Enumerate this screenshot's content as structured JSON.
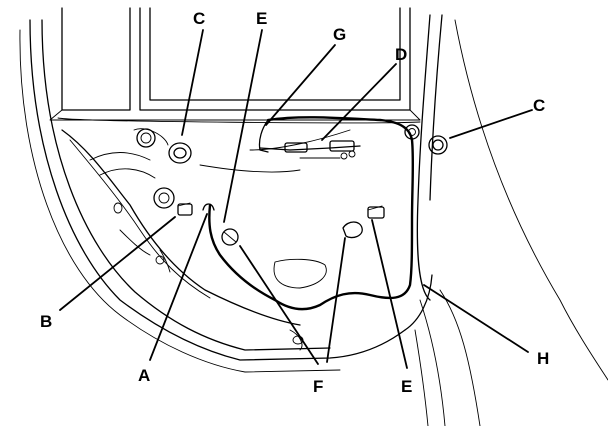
{
  "diagram": {
    "labels": {
      "A": "A",
      "B": "B",
      "C_top": "C",
      "C_right": "C",
      "D": "D",
      "E_top": "E",
      "E_bottom": "E",
      "F": "F",
      "G": "G",
      "H": "H"
    }
  }
}
